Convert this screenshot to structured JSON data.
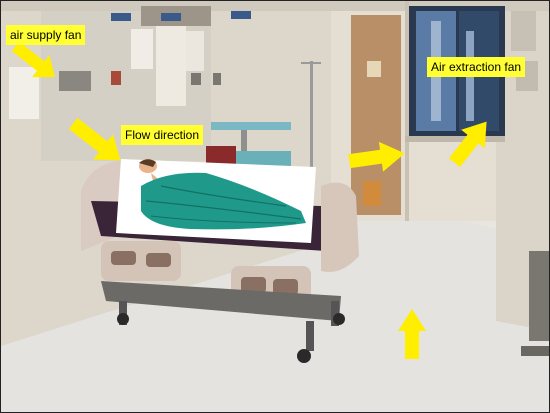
{
  "labels": {
    "air_supply_fan": "air supply fan",
    "flow_direction": "Flow direction",
    "air_extraction_fan": "Air extraction fan"
  },
  "colors": {
    "label_background": "#ffff33",
    "arrow": "#ffee00"
  },
  "icons": {
    "arrow": "arrow-icon",
    "patient": "patient-illustration"
  }
}
